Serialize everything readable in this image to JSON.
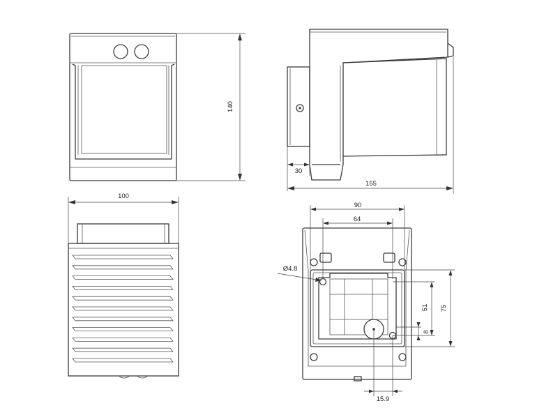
{
  "diagram": {
    "line_color": "#3a3a3a",
    "background": "#ffffff",
    "front_view": {
      "height_label": "140"
    },
    "side_view": {
      "depth_label": "30",
      "length_label": "155"
    },
    "top_view": {
      "width_label": "100"
    },
    "mount_view": {
      "outer_width_label": "90",
      "inner_width_label": "64",
      "hole_diameter_label": "Ø4.8",
      "inner_height_label": "51",
      "outer_height_label": "75",
      "hole_offset_label": "8",
      "hole_spacing_label": "15.9"
    }
  }
}
